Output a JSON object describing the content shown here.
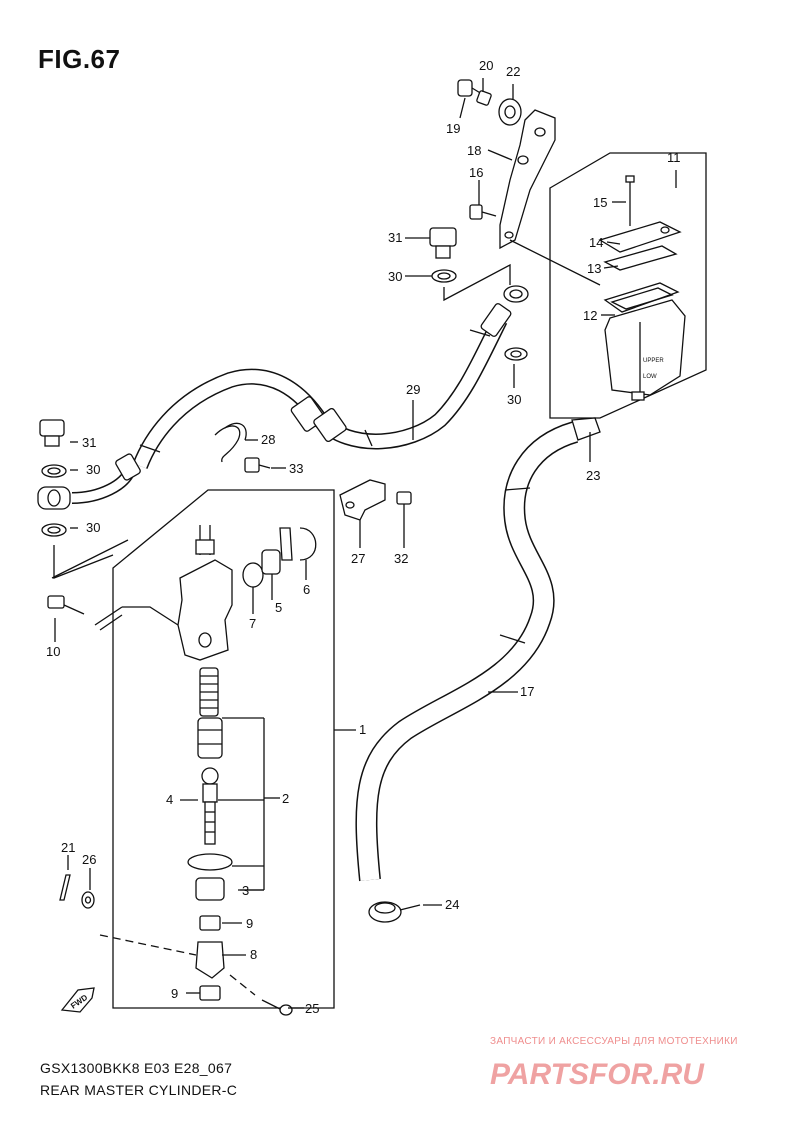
{
  "figure": {
    "title": "FIG.67"
  },
  "footer": {
    "model_code": "GSX1300BKK8 E03 E28_067",
    "section_name": "REAR MASTER CYLINDER-C"
  },
  "watermark": {
    "caption": "ЗАПЧАСТИ И АКСЕССУАРЫ ДЛЯ МОТОТЕХНИКИ",
    "logo_text": "PARTSFOR.RU",
    "color": "#e35757"
  },
  "callouts": [
    {
      "id": "c1",
      "label": "1"
    },
    {
      "id": "c2",
      "label": "2"
    },
    {
      "id": "c3",
      "label": "3"
    },
    {
      "id": "c4",
      "label": "4"
    },
    {
      "id": "c5",
      "label": "5"
    },
    {
      "id": "c6",
      "label": "6"
    },
    {
      "id": "c7",
      "label": "7"
    },
    {
      "id": "c8",
      "label": "8"
    },
    {
      "id": "c9a",
      "label": "9"
    },
    {
      "id": "c9b",
      "label": "9"
    },
    {
      "id": "c10",
      "label": "10"
    },
    {
      "id": "c11",
      "label": "11"
    },
    {
      "id": "c12",
      "label": "12"
    },
    {
      "id": "c13",
      "label": "13"
    },
    {
      "id": "c14",
      "label": "14"
    },
    {
      "id": "c15",
      "label": "15"
    },
    {
      "id": "c16",
      "label": "16"
    },
    {
      "id": "c17",
      "label": "17"
    },
    {
      "id": "c18",
      "label": "18"
    },
    {
      "id": "c19",
      "label": "19"
    },
    {
      "id": "c20",
      "label": "20"
    },
    {
      "id": "c21",
      "label": "21"
    },
    {
      "id": "c22",
      "label": "22"
    },
    {
      "id": "c23",
      "label": "23"
    },
    {
      "id": "c24",
      "label": "24"
    },
    {
      "id": "c25",
      "label": "25"
    },
    {
      "id": "c26",
      "label": "26"
    },
    {
      "id": "c27",
      "label": "27"
    },
    {
      "id": "c28",
      "label": "28"
    },
    {
      "id": "c29",
      "label": "29"
    },
    {
      "id": "c30a",
      "label": "30"
    },
    {
      "id": "c30b",
      "label": "30"
    },
    {
      "id": "c30c",
      "label": "30"
    },
    {
      "id": "c30d",
      "label": "30"
    },
    {
      "id": "c31a",
      "label": "31"
    },
    {
      "id": "c31b",
      "label": "31"
    },
    {
      "id": "c32",
      "label": "32"
    },
    {
      "id": "c33",
      "label": "33"
    }
  ],
  "badges": {
    "fwd": "FWD",
    "reservoir_upper": "UPPER",
    "reservoir_lower": "LOW"
  }
}
